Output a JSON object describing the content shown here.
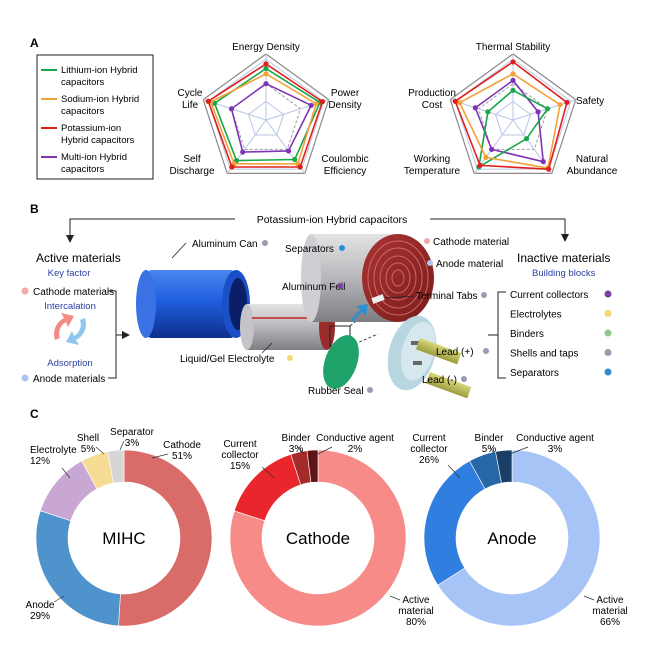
{
  "panel_a": {
    "letter": "A",
    "legend": [
      {
        "line1": "Lithium-ion Hybrid",
        "line2": "capacitors",
        "color": "#1aa64a"
      },
      {
        "line1": "Sodium-ion Hybrid",
        "line2": "capacitors",
        "color": "#f5a13a"
      },
      {
        "line1": "Potassium-ion",
        "line2": "Hybrid capacitors",
        "color": "#e0201c"
      },
      {
        "line1": "Multi-ion Hybrid",
        "line2": "capacitors",
        "color": "#7e34b5"
      }
    ],
    "radar_left": {
      "axes": [
        {
          "line1": "Energy Density",
          "line2": ""
        },
        {
          "line1": "Power",
          "line2": "Density"
        },
        {
          "line1": "Coulombic",
          "line2": "Efficiency"
        },
        {
          "line1": "Self",
          "line2": "Discharge"
        },
        {
          "line1": "Cycle",
          "line2": "Life"
        }
      ]
    },
    "radar_right": {
      "axes": [
        {
          "line1": "Thermal Stability",
          "line2": ""
        },
        {
          "line1": "Safety",
          "line2": ""
        },
        {
          "line1": "Natural",
          "line2": "Abundance"
        },
        {
          "line1": "Working",
          "line2": "Temperature"
        },
        {
          "line1": "Production",
          "line2": "Cost"
        }
      ]
    }
  },
  "panel_b": {
    "letter": "B",
    "title": "Potassium-ion Hybrid capacitors",
    "active_title": "Active materials",
    "key_factor": "Key factor",
    "cathode_materials": "Cathode materials",
    "intercalation": "Intercalation",
    "adsorption": "Adsorption",
    "anode_materials": "Anode materials",
    "aluminum_can": "Aluminum Can",
    "separators_label": "Separators",
    "aluminum_foil": "Aluminum Foil",
    "cathode_material": "Cathode material",
    "anode_material": "Anode material",
    "terminal_tabs": "Terminal Tabs",
    "electrolyte_label": "Liquid/Gel Electrolyte",
    "rubber_seal": "Rubber Seal",
    "lead_plus": "Lead (+)",
    "lead_minus": "Lead (-)",
    "inactive_title": "Inactive materials",
    "building_blocks": "Building blocks",
    "inactive_items": [
      {
        "label": "Current collectors",
        "color": "#7b3fa0"
      },
      {
        "label": "Electrolytes",
        "color": "#f7d774"
      },
      {
        "label": "Binders",
        "color": "#8cc98a"
      },
      {
        "label": "Shells and taps",
        "color": "#9a9ab0"
      },
      {
        "label": "Separators",
        "color": "#2f8fce"
      }
    ]
  },
  "panel_c": {
    "letter": "C"
  },
  "chart_data": [
    {
      "type": "pie",
      "title": "MIHC",
      "slices": [
        {
          "label": "Cathode",
          "value": 51,
          "color": "#d96b68"
        },
        {
          "label": "Anode",
          "value": 29,
          "color": "#4f93cc"
        },
        {
          "label": "Electrolyte",
          "value": 12,
          "color": "#c9a7d3"
        },
        {
          "label": "Shell",
          "value": 5,
          "color": "#f6dc94"
        },
        {
          "label": "Separator",
          "value": 3,
          "color": "#d6d6d6"
        }
      ],
      "label_text": [
        {
          "name": "Cathode",
          "pct": "51%"
        },
        {
          "name": "Anode",
          "pct": "29%"
        },
        {
          "name": "Electrolyte",
          "pct": "12%"
        },
        {
          "name": "Shell",
          "pct": "5%"
        },
        {
          "name": "Separator",
          "pct": "3%"
        }
      ]
    },
    {
      "type": "pie",
      "title": "Cathode",
      "slices": [
        {
          "label": "Active material",
          "value": 80,
          "color": "#f68b88"
        },
        {
          "label": "Current collector",
          "value": 15,
          "color": "#e8262b"
        },
        {
          "label": "Binder",
          "value": 3,
          "color": "#a52a2a"
        },
        {
          "label": "Conductive agent",
          "value": 2,
          "color": "#5e1414"
        }
      ],
      "label_text": [
        {
          "line1": "Active",
          "line2": "material",
          "pct": "80%"
        },
        {
          "line1": "Current",
          "line2": "collector",
          "pct": "15%"
        },
        {
          "line1": "Binder",
          "line2": "",
          "pct": "3%"
        },
        {
          "line1": "Conductive agent",
          "line2": "",
          "pct": "2%"
        }
      ]
    },
    {
      "type": "pie",
      "title": "Anode",
      "slices": [
        {
          "label": "Active material",
          "value": 66,
          "color": "#a6c4f5"
        },
        {
          "label": "Current collector",
          "value": 26,
          "color": "#2f7ee0"
        },
        {
          "label": "Binder",
          "value": 5,
          "color": "#2667a6"
        },
        {
          "label": "Conductive agent",
          "value": 3,
          "color": "#1a3e66"
        }
      ],
      "label_text": [
        {
          "line1": "Active",
          "line2": "material",
          "pct": "66%"
        },
        {
          "line1": "Current",
          "line2": "collector",
          "pct": "26%"
        },
        {
          "line1": "Binder",
          "line2": "",
          "pct": "5%"
        },
        {
          "line1": "Conductive agent",
          "line2": "",
          "pct": "3%"
        }
      ]
    }
  ]
}
